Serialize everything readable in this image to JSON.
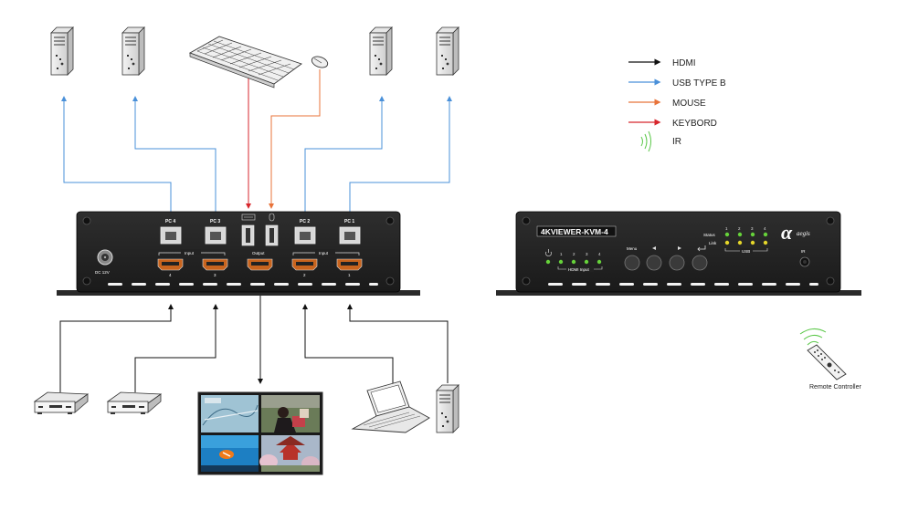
{
  "legend": {
    "hdmi": {
      "label": "HDMI",
      "color": "#111111"
    },
    "usb_type_b": {
      "label": "USB TYPE B",
      "color": "#4a90d9"
    },
    "mouse": {
      "label": "MOUSE",
      "color": "#e8733a"
    },
    "keyboard": {
      "label": "KEYBORD",
      "color": "#d7262c"
    },
    "ir": {
      "label": "IR",
      "color": "#5cc84a"
    }
  },
  "rear_panel": {
    "dc_label": "DC 12V",
    "pc4": "PC 4",
    "pc3": "PC 3",
    "pc2": "PC 2",
    "pc1": "PC 1",
    "input_left": "Input",
    "input_right": "Input",
    "output": "Output",
    "hdmi_nums": [
      "4",
      "3",
      "2",
      "1"
    ]
  },
  "front_panel": {
    "model": "4KVIEWER-KVM-4",
    "hdmi_led_nums": [
      "1",
      "2",
      "3",
      "4"
    ],
    "hdmi_input_label": "HDMI Input",
    "menu_label": "Menu",
    "status_label": "Status",
    "link_label": "Link",
    "usb_led_nums": [
      "1",
      "2",
      "3",
      "4"
    ],
    "usb_label": "USB",
    "ir_label": "IR",
    "brand": "aegis"
  },
  "remote": {
    "label": "Remote Controller"
  }
}
